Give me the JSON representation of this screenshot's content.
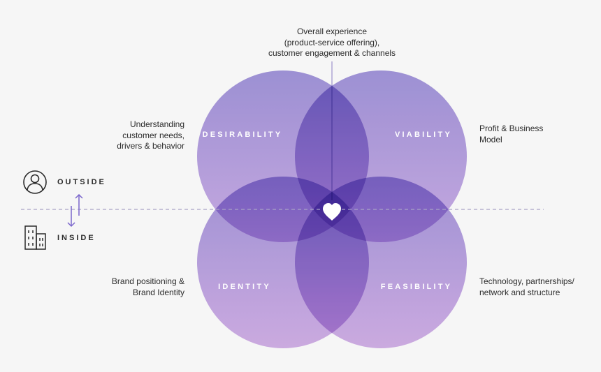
{
  "captions": {
    "top": "Overall experience\n(product-service offering),\ncustomer engagement & channels",
    "left_top": "Understanding\ncustomer needs,\ndrivers & behavior",
    "right_top": "Profit & Business\nModel",
    "left_bottom": "Brand positioning  &\nBrand Identity",
    "right_bottom": "Technology, partnerships/\nnetwork and structure"
  },
  "circles": {
    "desirability": "DESIRABILITY",
    "viability": "VIABILITY",
    "identity": "IDENTITY",
    "feasibility": "FEASIBILITY"
  },
  "sides": {
    "outside": "OUTSIDE",
    "inside": "INSIDE"
  },
  "icons": {
    "outside": "person-icon",
    "inside": "building-icon",
    "arrows": "up-down-arrows-icon",
    "center": "heart-icon"
  },
  "colors": {
    "circle_top": "#9a8ad8",
    "circle_bottom": "#c8a6e4",
    "overlap": "#6a4fc4",
    "accent": "#7a66cc",
    "background": "#f6f6f6"
  }
}
